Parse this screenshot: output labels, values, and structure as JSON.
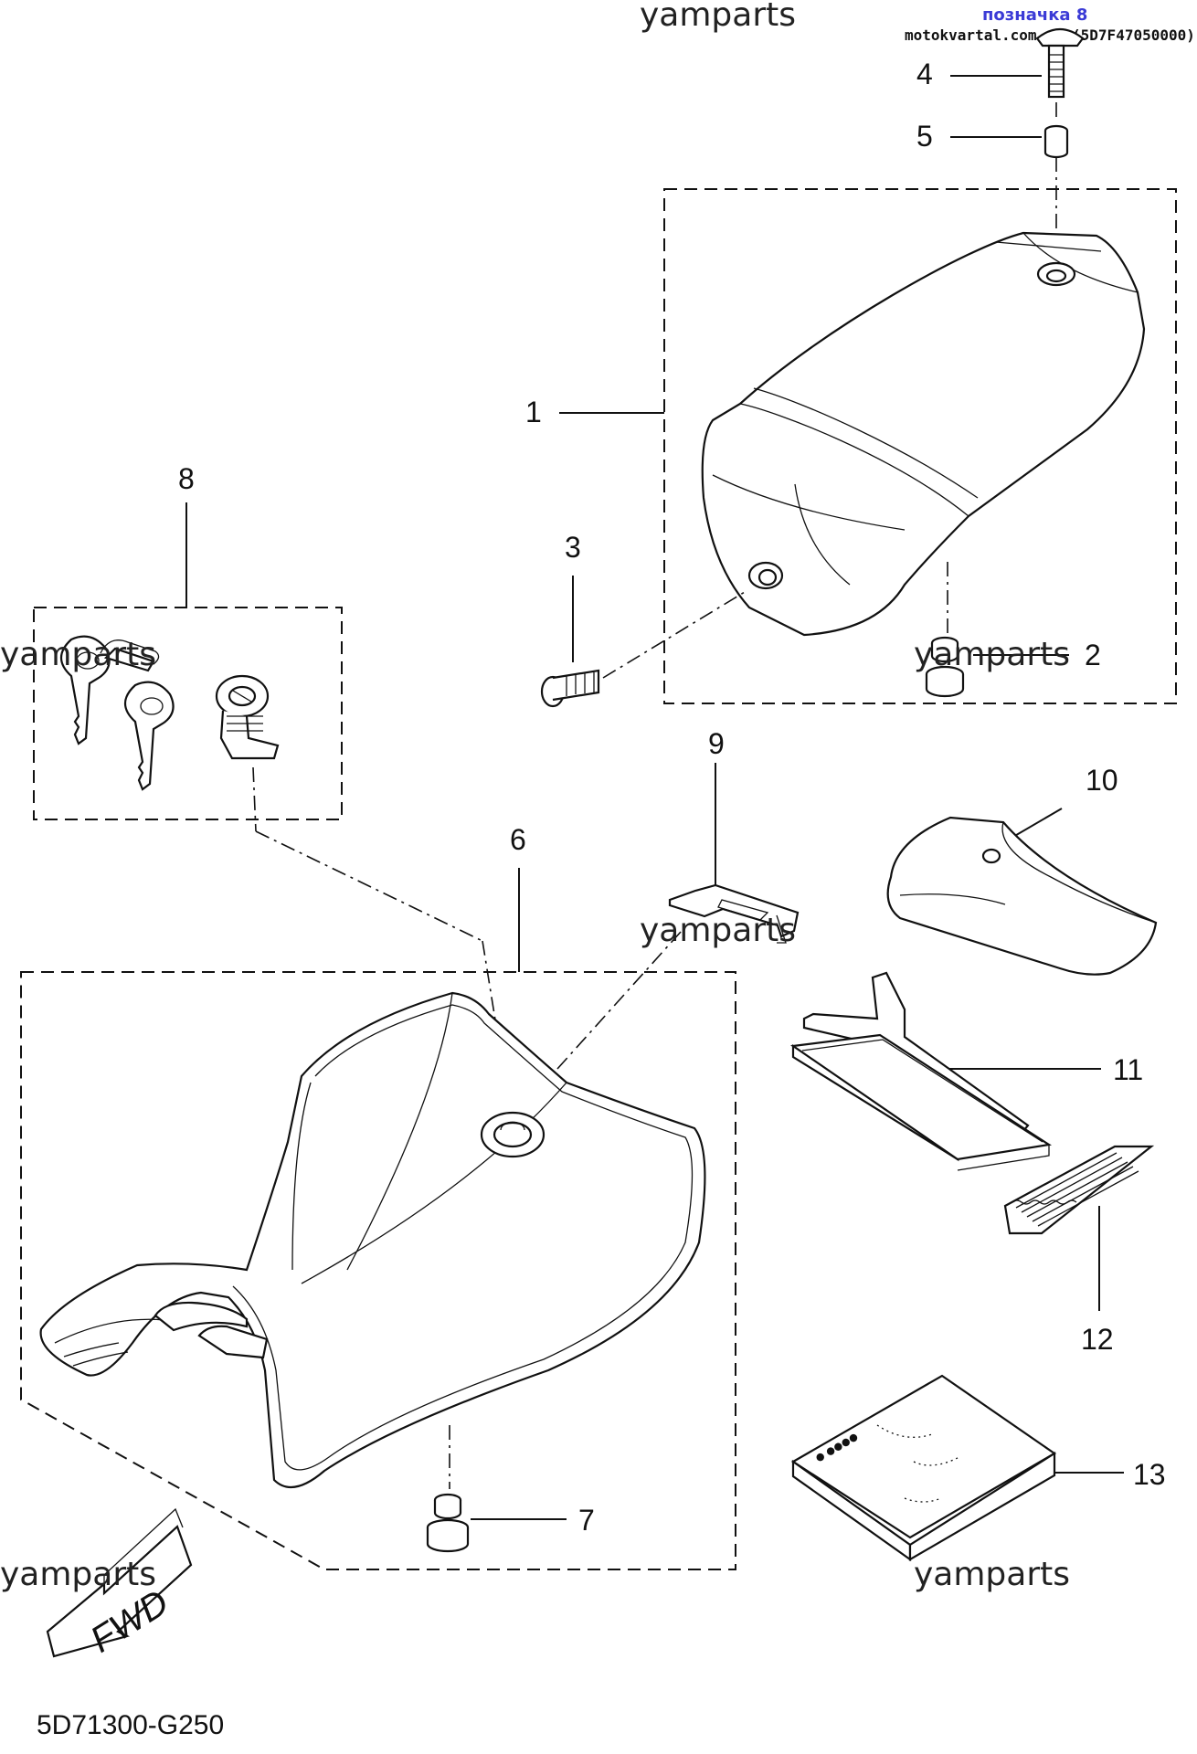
{
  "diagram_code": "5D71300-G250",
  "header": {
    "link_text": "позначка 8",
    "site_text": "motokvartal.com.ua (5D7F47050000)"
  },
  "watermark_text": "yamparts",
  "fwd_label": "FWD",
  "callouts": {
    "c1": "1",
    "c2": "2",
    "c3": "3",
    "c4": "4",
    "c5": "5",
    "c6": "6",
    "c7": "7",
    "c8": "8",
    "c9": "9",
    "c10": "10",
    "c11": "11",
    "c12": "12",
    "c13": "13"
  }
}
